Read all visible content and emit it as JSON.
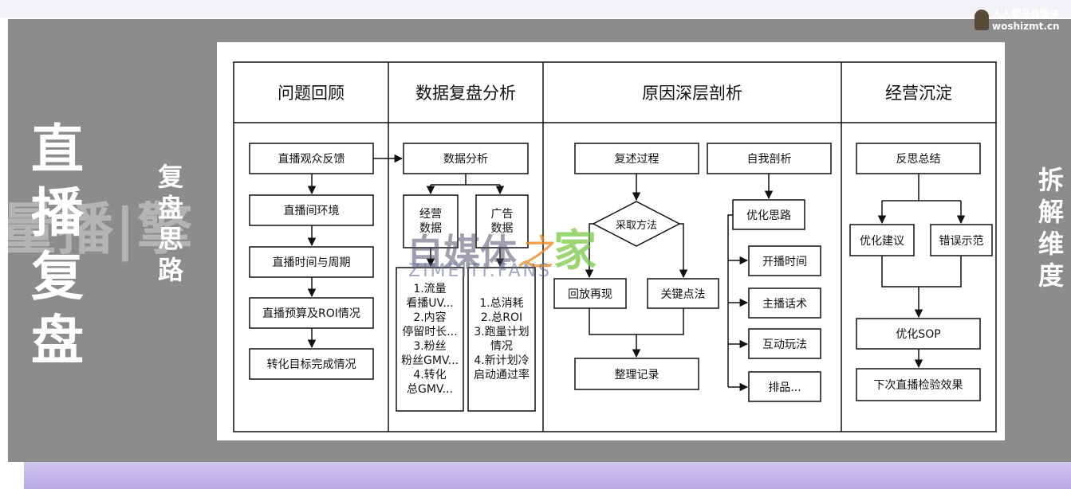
{
  "slide": {
    "left_title": [
      "直",
      "播",
      "复",
      "盘"
    ],
    "ghost_text": "量播|擎",
    "sub_title": [
      "复",
      "盘",
      "思",
      "路"
    ],
    "right_title": [
      "拆",
      "解",
      "维",
      "度"
    ]
  },
  "watermarks": {
    "top_right_line1": "人人都是自媒体",
    "top_right_line2": "woshizmt.cn",
    "center_word1": "自媒体",
    "center_word2": "之",
    "center_word3": "家",
    "center_latin": "ZIMEITI.FANS"
  },
  "diagram": {
    "columns": [
      "问题回顾",
      "数据复盘分析",
      "原因深层剖析",
      "经营沉淀"
    ],
    "col1": {
      "steps": [
        "直播观众反馈",
        "直播间环境",
        "直播时间与周期",
        "直播预算及ROI情况",
        "转化目标完成情况"
      ]
    },
    "col2": {
      "top": "数据分析",
      "left_head": [
        "经营",
        "数据"
      ],
      "right_head": [
        "广告",
        "数据"
      ],
      "left_detail": [
        "1.流量",
        "看播UV...",
        "2.内容",
        "停留时长...",
        "3.粉丝",
        "粉丝GMV...",
        "4.转化",
        "总GMV..."
      ],
      "right_detail": [
        "1.总消耗",
        "2.总ROI",
        "3.跑量计划",
        "情况",
        "4.新计划冷",
        "启动通过率"
      ]
    },
    "col3": {
      "review": "复述过程",
      "method": "采取方法",
      "replay": "回放再现",
      "key_points": "关键点法",
      "record": "整理记录",
      "self_analysis": "自我剖析",
      "optimize": "优化思路",
      "items": [
        "开播时间",
        "主播话术",
        "互动玩法",
        "排品..."
      ]
    },
    "col4": {
      "reflect": "反思总结",
      "suggest": "优化建议",
      "mistakes": "错误示范",
      "sop": "优化SOP",
      "next": "下次直播检验效果"
    }
  }
}
